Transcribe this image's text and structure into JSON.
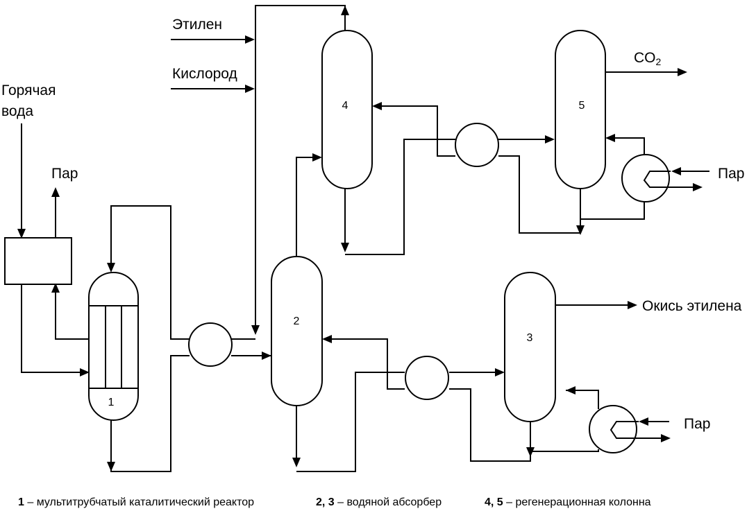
{
  "units": {
    "1": "1",
    "2": "2",
    "3": "3",
    "4": "4",
    "5": "5"
  },
  "streams": {
    "ethylene": "Этилен",
    "oxygen": "Кислород",
    "hot_water_line1": "Горячая",
    "hot_water_line2": "вода",
    "steam_boiler": "Пар",
    "steam_reg5": "Пар",
    "steam_reg3": "Пар",
    "co2_main": "CO",
    "co2_sub": "2",
    "product": "Окись этилена"
  },
  "legend": [
    {
      "key": "1",
      "text": " – мультитрубчатый каталитический реактор"
    },
    {
      "key": "2, 3",
      "text": " – водяной абсорбер"
    },
    {
      "key": "4, 5",
      "text": " – регенерационная колонна"
    }
  ]
}
